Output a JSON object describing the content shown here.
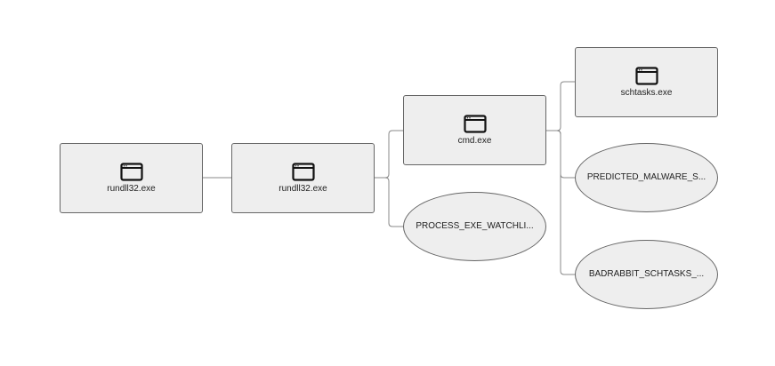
{
  "graph": {
    "nodes": [
      {
        "id": "n1",
        "kind": "process",
        "icon": "window-icon",
        "label": "rundll32.exe"
      },
      {
        "id": "n2",
        "kind": "process",
        "icon": "window-icon",
        "label": "rundll32.exe"
      },
      {
        "id": "n3",
        "kind": "process",
        "icon": "window-icon",
        "label": "cmd.exe"
      },
      {
        "id": "n4",
        "kind": "alert",
        "label": "PROCESS_EXE_WATCHLI..."
      },
      {
        "id": "n5",
        "kind": "process",
        "icon": "window-icon",
        "label": "schtasks.exe"
      },
      {
        "id": "n6",
        "kind": "alert",
        "label": "PREDICTED_MALWARE_S..."
      },
      {
        "id": "n7",
        "kind": "alert",
        "label": "BADRABBIT_SCHTASKS_..."
      }
    ],
    "edges": [
      {
        "from": "n1",
        "to": "n2"
      },
      {
        "from": "n2",
        "to": "n3"
      },
      {
        "from": "n2",
        "to": "n4"
      },
      {
        "from": "n3",
        "to": "n5"
      },
      {
        "from": "n3",
        "to": "n6"
      },
      {
        "from": "n3",
        "to": "n7"
      }
    ],
    "colors": {
      "node_fill": "#eeeeee",
      "node_border": "#666666",
      "edge": "#888888",
      "text": "#222222"
    }
  }
}
